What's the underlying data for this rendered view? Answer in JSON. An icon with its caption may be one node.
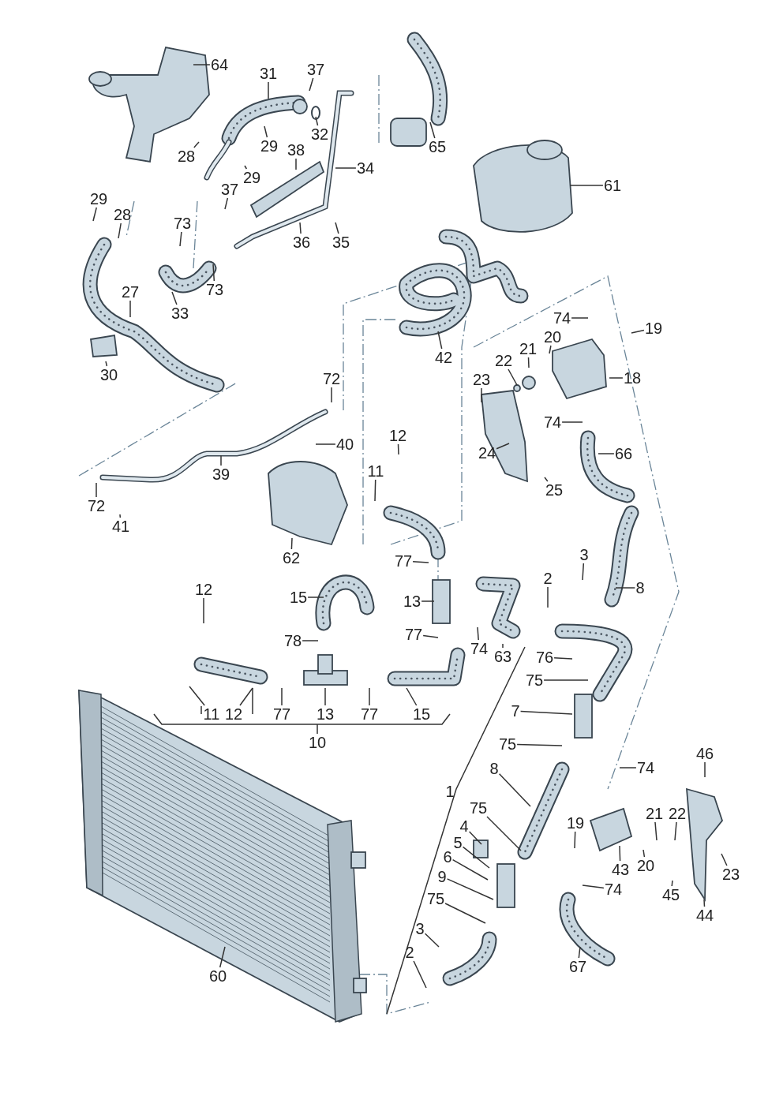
{
  "diagram": {
    "nodes": [
      {
        "text": [
          "64"
        ]
      },
      {
        "text": [
          "31"
        ]
      },
      {
        "text": [
          "37"
        ]
      },
      {
        "text": [
          "32"
        ]
      },
      {
        "text": [
          "28"
        ]
      },
      {
        "text": [
          "29"
        ]
      },
      {
        "text": [
          "29"
        ]
      },
      {
        "text": [
          "38"
        ]
      },
      {
        "text": [
          "34"
        ]
      },
      {
        "text": [
          "65"
        ]
      },
      {
        "text": [
          "61"
        ]
      },
      {
        "text": [
          "37"
        ]
      },
      {
        "text": [
          "29"
        ]
      },
      {
        "text": [
          "28"
        ]
      },
      {
        "text": [
          "73"
        ]
      },
      {
        "text": [
          "36"
        ]
      },
      {
        "text": [
          "35"
        ]
      },
      {
        "text": [
          "27"
        ]
      },
      {
        "text": [
          "33"
        ]
      },
      {
        "text": [
          "73"
        ]
      },
      {
        "text": [
          "42"
        ]
      },
      {
        "text": [
          "74"
        ]
      },
      {
        "text": [
          "19"
        ]
      },
      {
        "text": [
          "30"
        ]
      },
      {
        "text": [
          "20"
        ]
      },
      {
        "text": [
          "21"
        ]
      },
      {
        "text": [
          "22"
        ]
      },
      {
        "text": [
          "23"
        ]
      },
      {
        "text": [
          "18"
        ]
      },
      {
        "text": [
          "72"
        ]
      },
      {
        "text": [
          "74"
        ]
      },
      {
        "text": [
          "66"
        ]
      },
      {
        "text": [
          "40"
        ]
      },
      {
        "text": [
          "24"
        ]
      },
      {
        "text": [
          "12"
        ]
      },
      {
        "text": [
          "39"
        ]
      },
      {
        "text": [
          "11"
        ]
      },
      {
        "text": [
          "25"
        ]
      },
      {
        "text": [
          "72"
        ]
      },
      {
        "text": [
          "41"
        ]
      },
      {
        "text": [
          "62"
        ]
      },
      {
        "text": [
          "77"
        ]
      },
      {
        "text": [
          "3"
        ]
      },
      {
        "text": [
          "2"
        ]
      },
      {
        "text": [
          "8"
        ]
      },
      {
        "text": [
          "15"
        ]
      },
      {
        "text": [
          "12"
        ]
      },
      {
        "text": [
          "13"
        ]
      },
      {
        "text": [
          "77"
        ]
      },
      {
        "text": [
          "78"
        ]
      },
      {
        "text": [
          "74"
        ]
      },
      {
        "text": [
          "63"
        ]
      },
      {
        "text": [
          "76"
        ]
      },
      {
        "text": [
          "75"
        ]
      },
      {
        "text": [
          "11"
        ]
      },
      {
        "text": [
          "12"
        ]
      },
      {
        "text": [
          "77"
        ]
      },
      {
        "text": [
          "13"
        ]
      },
      {
        "text": [
          "77"
        ]
      },
      {
        "text": [
          "15"
        ]
      },
      {
        "text": [
          "7"
        ]
      },
      {
        "text": [
          "75"
        ]
      },
      {
        "text": [
          "8"
        ]
      },
      {
        "text": [
          "74"
        ]
      },
      {
        "text": [
          "46"
        ]
      },
      {
        "text": [
          "75"
        ]
      },
      {
        "text": [
          "19"
        ]
      },
      {
        "text": [
          "21"
        ]
      },
      {
        "text": [
          "22"
        ]
      },
      {
        "text": [
          "4"
        ]
      },
      {
        "text": [
          "5"
        ]
      },
      {
        "text": [
          "6"
        ]
      },
      {
        "text": [
          "43"
        ]
      },
      {
        "text": [
          "20"
        ]
      },
      {
        "text": [
          "23"
        ]
      },
      {
        "text": [
          "9"
        ]
      },
      {
        "text": [
          "45"
        ]
      },
      {
        "text": [
          "74"
        ]
      },
      {
        "text": [
          "75"
        ]
      },
      {
        "text": [
          "44"
        ]
      },
      {
        "text": [
          "3"
        ]
      },
      {
        "text": [
          "2"
        ]
      },
      {
        "text": [
          "67"
        ]
      },
      {
        "text": [
          "60"
        ]
      }
    ],
    "edges": [
      {
        "from": 0,
        "to": null,
        "arrow": "none"
      },
      {
        "from": 1,
        "to": null,
        "arrow": "none"
      },
      {
        "from": 2,
        "to": null,
        "arrow": "none"
      },
      {
        "from": 3,
        "to": null,
        "arrow": "none"
      },
      {
        "from": 4,
        "to": null,
        "arrow": "none"
      },
      {
        "from": 5,
        "to": null,
        "arrow": "none"
      },
      {
        "from": 6,
        "to": null,
        "arrow": "none"
      },
      {
        "from": 7,
        "to": null,
        "arrow": "none"
      },
      {
        "from": 8,
        "to": null,
        "arrow": "none"
      },
      {
        "from": 9,
        "to": null,
        "arrow": "none"
      },
      {
        "from": 10,
        "to": null,
        "arrow": "none"
      },
      {
        "from": 11,
        "to": null,
        "arrow": "none"
      },
      {
        "from": 12,
        "to": null,
        "arrow": "none"
      },
      {
        "from": 13,
        "to": null,
        "arrow": "none"
      },
      {
        "from": 14,
        "to": null,
        "arrow": "none"
      },
      {
        "from": 15,
        "to": null,
        "arrow": "none"
      },
      {
        "from": 16,
        "to": null,
        "arrow": "none"
      },
      {
        "from": 17,
        "to": null,
        "arrow": "none"
      },
      {
        "from": 18,
        "to": null,
        "arrow": "none"
      },
      {
        "from": 19,
        "to": null,
        "arrow": "none"
      },
      {
        "from": 20,
        "to": null,
        "arrow": "none"
      },
      {
        "from": 21,
        "to": null,
        "arrow": "none"
      },
      {
        "from": 22,
        "to": null,
        "arrow": "none"
      },
      {
        "from": 23,
        "to": null,
        "arrow": "none"
      },
      {
        "from": 24,
        "to": null,
        "arrow": "none"
      },
      {
        "from": 25,
        "to": null,
        "arrow": "none"
      },
      {
        "from": 26,
        "to": null,
        "arrow": "none"
      },
      {
        "from": 27,
        "to": null,
        "arrow": "none"
      },
      {
        "from": 28,
        "to": null,
        "arrow": "none"
      },
      {
        "from": 29,
        "to": null,
        "arrow": "none"
      },
      {
        "from": 30,
        "to": null,
        "arrow": "none"
      },
      {
        "from": 31,
        "to": null,
        "arrow": "none"
      },
      {
        "from": 32,
        "to": null,
        "arrow": "none"
      },
      {
        "from": 33,
        "to": null,
        "arrow": "none"
      },
      {
        "from": 34,
        "to": null,
        "arrow": "none"
      },
      {
        "from": 35,
        "to": null,
        "arrow": "none"
      },
      {
        "from": 36,
        "to": null,
        "arrow": "none"
      },
      {
        "from": 37,
        "to": null,
        "arrow": "none"
      },
      {
        "from": 38,
        "to": null,
        "arrow": "none"
      },
      {
        "from": 39,
        "to": null,
        "arrow": "none"
      },
      {
        "from": 40,
        "to": null,
        "arrow": "none"
      },
      {
        "from": 41,
        "to": null,
        "arrow": "none"
      },
      {
        "from": 42,
        "to": null,
        "arrow": "none"
      },
      {
        "from": 43,
        "to": null,
        "arrow": "none"
      },
      {
        "from": 44,
        "to": null,
        "arrow": "none"
      },
      {
        "from": 45,
        "to": null,
        "arrow": "none"
      },
      {
        "from": 46,
        "to": null,
        "arrow": "none"
      },
      {
        "from": 47,
        "to": null,
        "arrow": "none"
      },
      {
        "from": 48,
        "to": null,
        "arrow": "none"
      },
      {
        "from": 49,
        "to": null,
        "arrow": "none"
      },
      {
        "from": 50,
        "to": null,
        "arrow": "none"
      },
      {
        "from": 51,
        "to": null,
        "arrow": "none"
      },
      {
        "from": 52,
        "to": null,
        "arrow": "none"
      },
      {
        "from": 53,
        "to": null,
        "arrow": "none"
      },
      {
        "from": 54,
        "to": null,
        "arrow": "none"
      },
      {
        "from": 55,
        "to": null,
        "arrow": "none"
      },
      {
        "from": 56,
        "to": null,
        "arrow": "none"
      },
      {
        "from": 57,
        "to": null,
        "arrow": "none"
      },
      {
        "from": 58,
        "to": null,
        "arrow": "none"
      },
      {
        "from": 59,
        "to": null,
        "arrow": "none"
      },
      {
        "from": 60,
        "to": null,
        "arrow": "none"
      },
      {
        "from": 61,
        "to": null,
        "arrow": "none"
      },
      {
        "from": 62,
        "to": null,
        "arrow": "none"
      },
      {
        "from": 63,
        "to": null,
        "arrow": "none"
      },
      {
        "from": 64,
        "to": null,
        "arrow": "none"
      },
      {
        "from": 65,
        "to": null,
        "arrow": "none"
      },
      {
        "from": 66,
        "to": null,
        "arrow": "none"
      },
      {
        "from": 67,
        "to": null,
        "arrow": "none"
      },
      {
        "from": 68,
        "to": null,
        "arrow": "none"
      },
      {
        "from": 69,
        "to": null,
        "arrow": "none"
      },
      {
        "from": 70,
        "to": null,
        "arrow": "none"
      },
      {
        "from": 71,
        "to": null,
        "arrow": "none"
      },
      {
        "from": 72,
        "to": null,
        "arrow": "none"
      },
      {
        "from": 73,
        "to": null,
        "arrow": "none"
      },
      {
        "from": 74,
        "to": null,
        "arrow": "none"
      },
      {
        "from": 75,
        "to": null,
        "arrow": "none"
      },
      {
        "from": 76,
        "to": null,
        "arrow": "none"
      },
      {
        "from": 77,
        "to": null,
        "arrow": "none"
      },
      {
        "from": 78,
        "to": null,
        "arrow": "none"
      },
      {
        "from": 79,
        "to": null,
        "arrow": "none"
      },
      {
        "from": 80,
        "to": null,
        "arrow": "none"
      },
      {
        "from": 81,
        "to": null,
        "arrow": "none"
      },
      {
        "from": 82,
        "to": null,
        "arrow": "none"
      },
      {
        "from": 83,
        "to": null,
        "arrow": "none"
      }
    ],
    "labels": [
      "10",
      "1"
    ]
  }
}
